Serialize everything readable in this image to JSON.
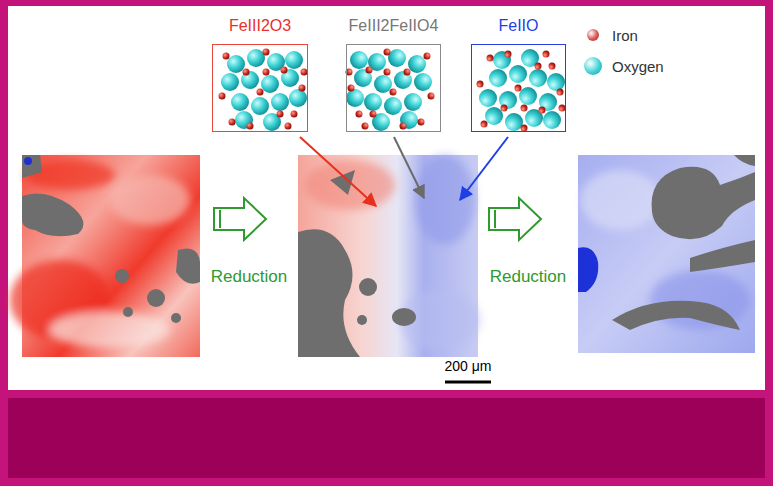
{
  "diagram": {
    "nodes": [
      {
        "text": [
          "FeIII2O3"
        ]
      },
      {
        "text": [
          "FeIII2FeIIO4"
        ]
      },
      {
        "text": [
          "FeIIO"
        ]
      }
    ],
    "labels": [
      "Reduction",
      "Reduction",
      "200 μm"
    ],
    "legend": [
      {
        "text": "Iron",
        "color": "#d9534f"
      },
      {
        "text": "Oxygen",
        "color": "#3fd3d6"
      }
    ]
  }
}
